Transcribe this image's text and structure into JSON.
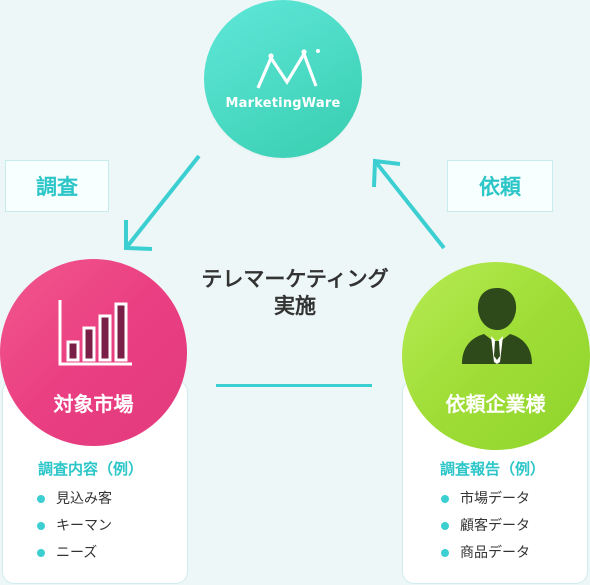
{
  "top_node": {
    "logo_text": "MarketingWare",
    "color": "#4edcc7"
  },
  "left_tag": "調査",
  "right_tag": "依頼",
  "center": {
    "line1": "テレマーケティング",
    "line2": "実施"
  },
  "left_node": {
    "title": "対象市場",
    "icon": "bar-chart-icon",
    "color": "#ea3f82",
    "heading": "調査内容（例）",
    "items": [
      "見込み客",
      "キーマン",
      "ニーズ"
    ]
  },
  "right_node": {
    "title": "依頼企業様",
    "icon": "businessman-icon",
    "color": "#9fdd36",
    "heading": "調査報告（例）",
    "items": [
      "市場データ",
      "顧客データ",
      "商品データ"
    ]
  },
  "accent": "#3ccfd2"
}
